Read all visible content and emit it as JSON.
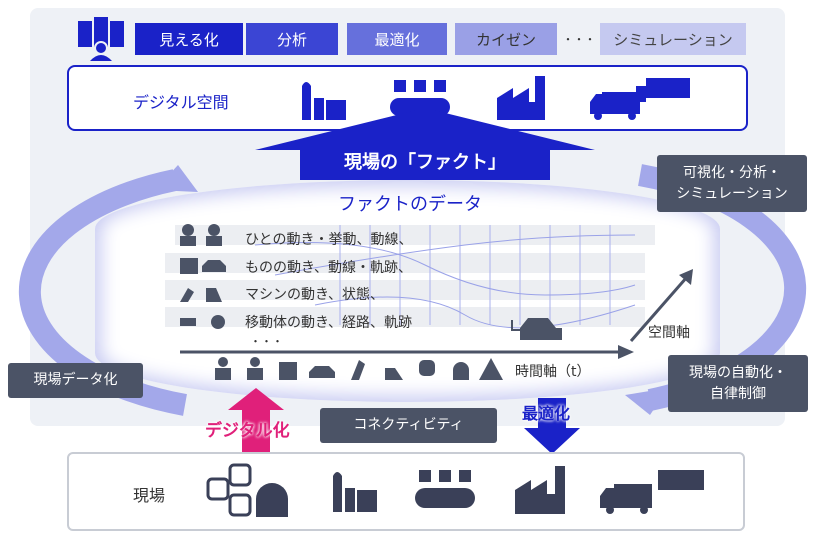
{
  "tabs": [
    "見える化",
    "分析",
    "最適化",
    "カイゼン",
    "シミュレーション"
  ],
  "tab_ellipsis": "・・・",
  "digital_space": "デジタル空間",
  "fact_arrow": "現場の「ファクト」",
  "fact_data_title": "ファクトのデータ",
  "rows": [
    "ひとの動き・挙動、動線、",
    "ものの動き、動線・軌跡、",
    "マシンの動き、状態、",
    "移動体の動き、経路、軌跡"
  ],
  "rows_ellipsis": "・・・",
  "time_axis": "時間軸（t）",
  "space_axis": "空間軸",
  "right_top_label": "可視化・分析・\nシミュレーション",
  "left_label": "現場データ化",
  "right_bottom_label": "現場の自動化・\n自律制御",
  "digitalize": "デジタル化",
  "connectivity": "コネクティビティ",
  "optimize": "最適化",
  "field": "現場",
  "colors": {
    "primary": "#1a22c8",
    "pink": "#e0207a",
    "gray": "#4b5366",
    "cycle": "#a3a8ea"
  }
}
